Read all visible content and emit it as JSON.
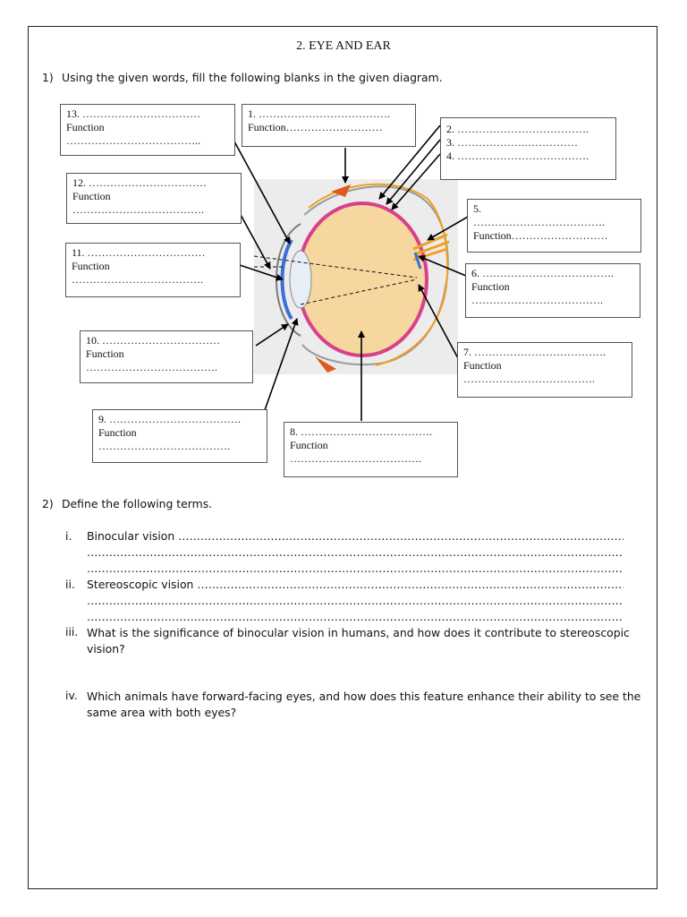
{
  "title": "2. EYE AND EAR",
  "q1": {
    "number": "1)",
    "text": "Using the given words, fill the following blanks in the given diagram."
  },
  "labels": {
    "b1": "1. ……………………………….\nFunction………………………",
    "b2": "2. ……………………………….\n3. ……………….……………\n4. ……………………………….",
    "b5": "5.\n……………………………….\nFunction………………………",
    "b6": "6. ……………………………….\nFunction\n……………………………….",
    "b7": "7. ……………………………….\nFunction\n……………………………….",
    "b8": "8. ……………………………….\nFunction\n……………………………….",
    "b9": "9. ……………………………….\nFunction\n……………………………….",
    "b10": "10. ……………………………\nFunction\n……………………………….",
    "b11": "11. ……………………………\nFunction\n……………………………….",
    "b12": "12. ……………………………\nFunction\n……………………………….",
    "b13": "13. ……………………………\nFunction\n……………………………….."
  },
  "q2": {
    "number": "2)",
    "text": "Define the following terms.",
    "items": [
      {
        "num": "i.",
        "text": "Binocular vision ………………………………………………………………………………………………………………………"
      },
      {
        "num": "ii.",
        "text": "Stereoscopic vision …………………………………………………………………………………………………………………"
      },
      {
        "num": "iii.",
        "text": "What is the significance of binocular vision in humans, and how does it contribute to stereoscopic vision?"
      },
      {
        "num": "iv.",
        "text": "Which animals have forward-facing eyes, and how does this feature enhance their ability to see the same area with both eyes?"
      }
    ],
    "dotline": "……………………………………………………………………………………………………………………………………"
  },
  "colors": {
    "lens_blue": "#3a6fd8",
    "eyeball_fill": "#f6d7a0",
    "retina_pink": "#d9408a",
    "orange": "#f0a020",
    "red_muscle": "#e05a20"
  }
}
